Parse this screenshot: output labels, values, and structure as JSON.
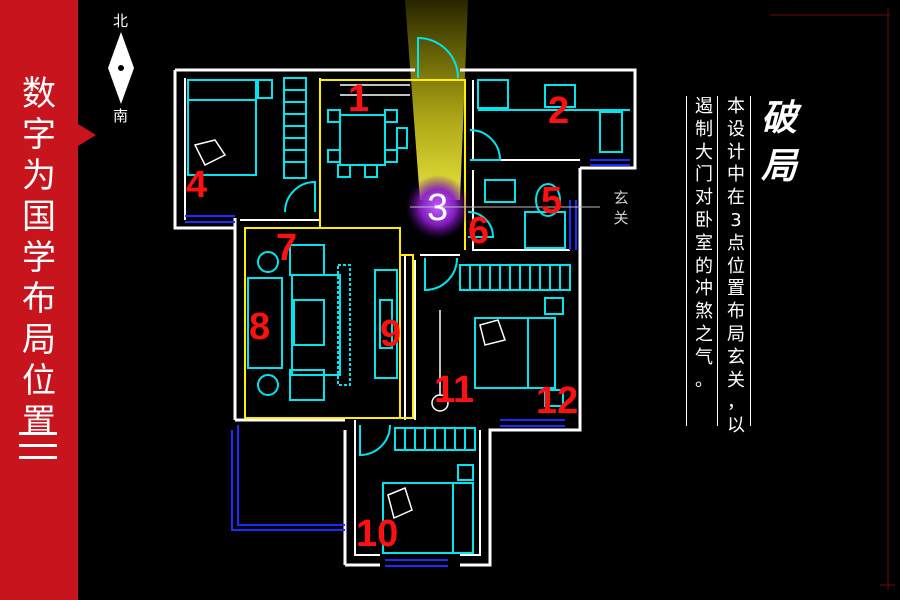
{
  "sidebar": {
    "title": "数字为国学布局位置"
  },
  "compass": {
    "north": "北",
    "south": "南"
  },
  "rooms": [
    {
      "id": "1",
      "label": "1"
    },
    {
      "id": "2",
      "label": "2"
    },
    {
      "id": "3",
      "label": "3"
    },
    {
      "id": "4",
      "label": "4"
    },
    {
      "id": "5",
      "label": "5"
    },
    {
      "id": "6",
      "label": "6"
    },
    {
      "id": "7",
      "label": "7"
    },
    {
      "id": "8",
      "label": "8"
    },
    {
      "id": "9",
      "label": "9"
    },
    {
      "id": "10",
      "label": "10"
    },
    {
      "id": "11",
      "label": "11"
    },
    {
      "id": "12",
      "label": "12"
    }
  ],
  "plan_label": {
    "xuanguan": "玄关"
  },
  "description": {
    "heading": "破局",
    "line1": "本设计中在3点位置布局玄关，以",
    "line2": "遏制大门对卧室的冲煞之气。"
  },
  "colors": {
    "sidebar": "#c8141c",
    "walls": "#ffffff",
    "furniture": "#00e5ee",
    "highlight": "#ffee00",
    "windows": "#1a2cff",
    "numbers": "#ff1010",
    "glow": "#8a1ec8"
  }
}
